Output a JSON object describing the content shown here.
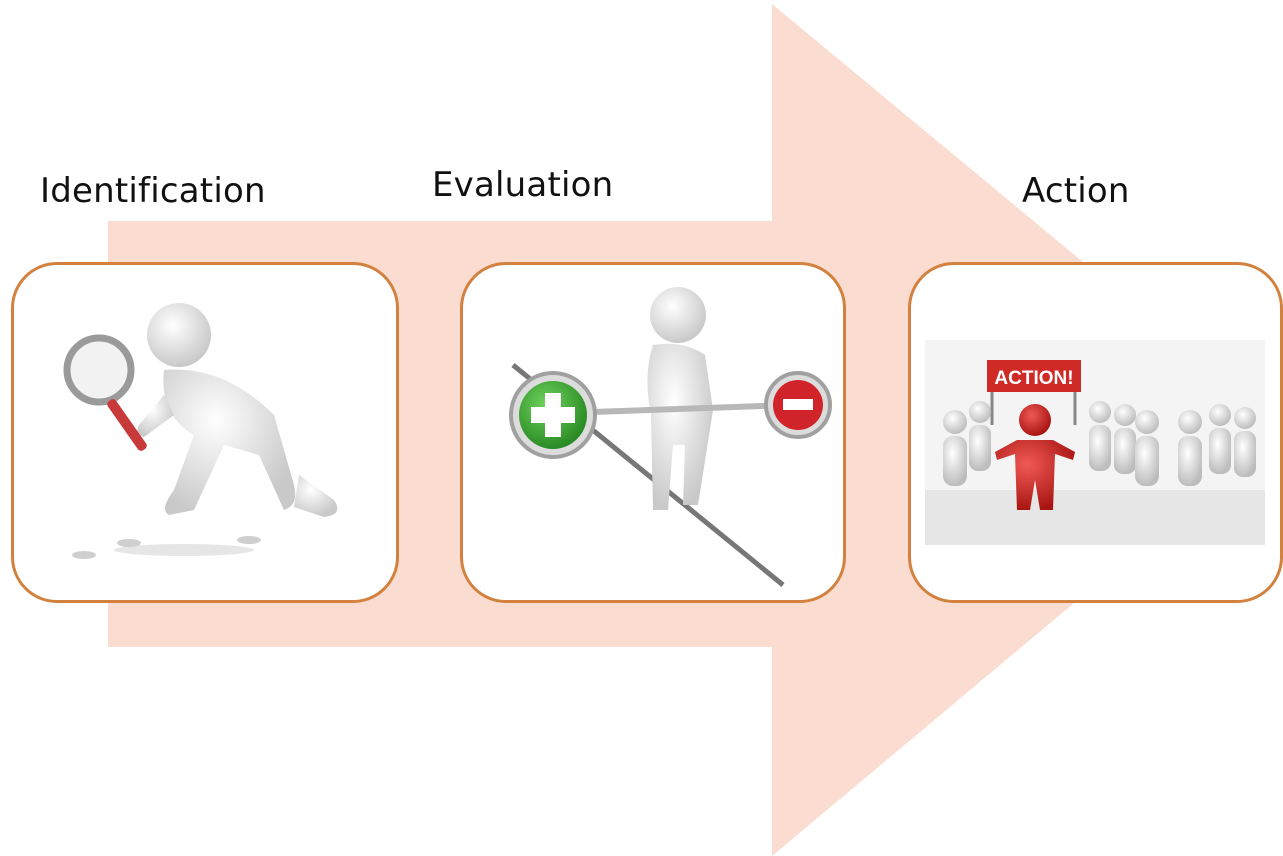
{
  "colors": {
    "arrow_fill": "#fbdcd0",
    "card_border": "#d2813f",
    "plus_green": "#3aa935",
    "minus_red": "#d1242a",
    "figure_red": "#d5201c"
  },
  "stages": [
    {
      "label": "Identification",
      "icon": "magnifier-person-icon"
    },
    {
      "label": "Evaluation",
      "icon": "balance-person-icon"
    },
    {
      "label": "Action",
      "icon": "action-crowd-icon"
    }
  ],
  "banner_text": "ACTION!"
}
